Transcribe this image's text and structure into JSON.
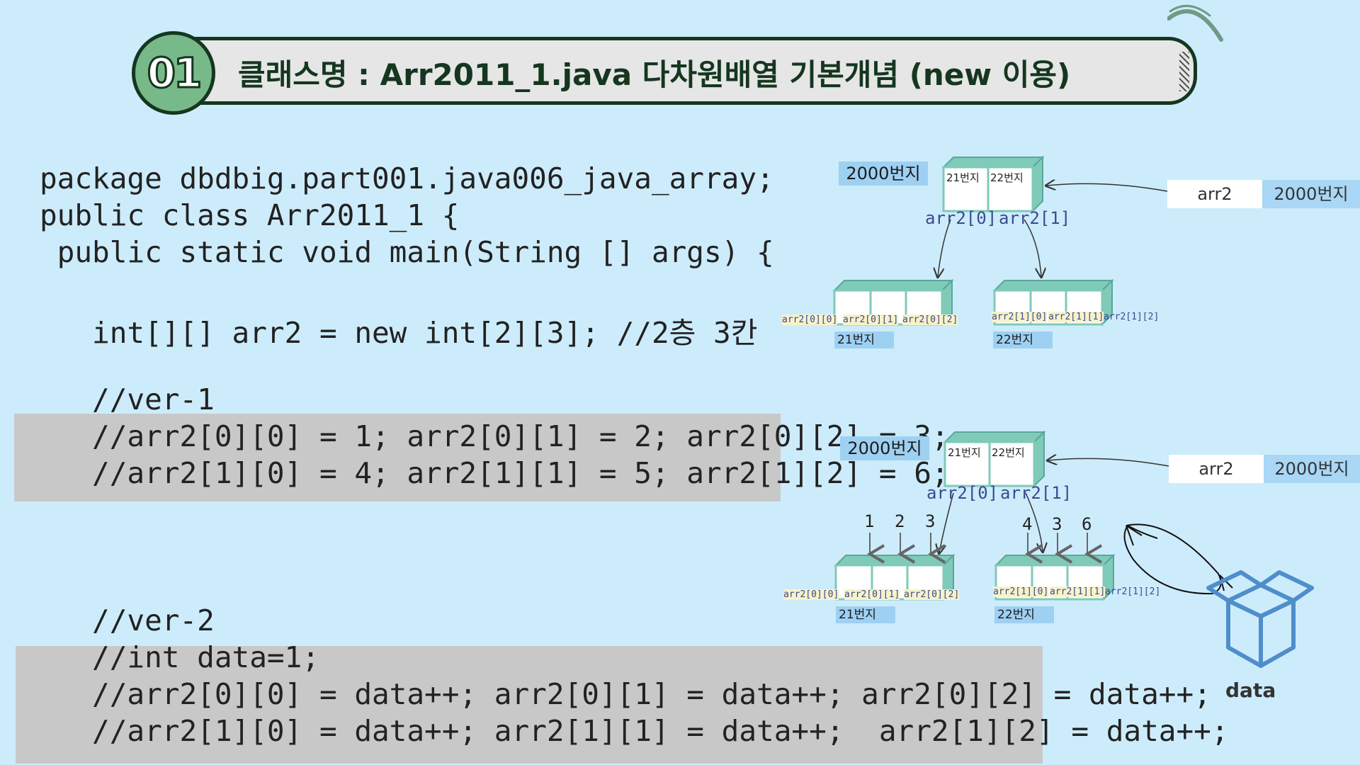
{
  "header": {
    "badge": "01",
    "title": "클래스명 : Arr2011_1.java    다차원배열 기본개념 (new 이용)"
  },
  "code": [
    "package dbdbig.part001.java006_java_array;",
    "public class Arr2011_1 {",
    " public static void main(String [] args) {",
    "",
    "   int[][] arr2 = new int[2][3]; //2층 3칸",
    "",
    "   //ver-1",
    "   //arr2[0][0] = 1; arr2[0][1] = 2; arr2[0][2] = 3;",
    "   //arr2[1][0] = 4; arr2[1][1] = 5; arr2[1][2] = 6;",
    "",
    "",
    "",
    "   //ver-2",
    "   //int data=1;",
    "   //arr2[0][0] = data++; arr2[0][1] = data++; arr2[0][2] = data++;",
    "   //arr2[1][0] = data++; arr2[1][1] = data++;  arr2[1][2] = data++;"
  ],
  "diagram": {
    "address_main": "2000번지",
    "top_cells": [
      "21번지",
      "22번지"
    ],
    "row_refs": [
      "arr2[0]",
      "arr2[1]"
    ],
    "var_name": "arr2",
    "var_value": "2000번지",
    "row0_cells": [
      "arr2[0][0]",
      "arr2[0][1]",
      "arr2[0][2]"
    ],
    "row1_cells": [
      "arr2[1][0]",
      "arr2[1][1]",
      "arr2[1][2]"
    ],
    "row0_addr": "21번지",
    "row1_addr": "22번지",
    "values_row0": [
      "1",
      "2",
      "3"
    ],
    "values_row1": [
      "4",
      "3",
      "6"
    ],
    "data_label": "data"
  },
  "colors": {
    "background": "#cdecfb",
    "banner": "#e6e6e6",
    "badge": "#78b98a",
    "cube_top": "#7fcab9",
    "highlight": "#c8c8c8"
  }
}
